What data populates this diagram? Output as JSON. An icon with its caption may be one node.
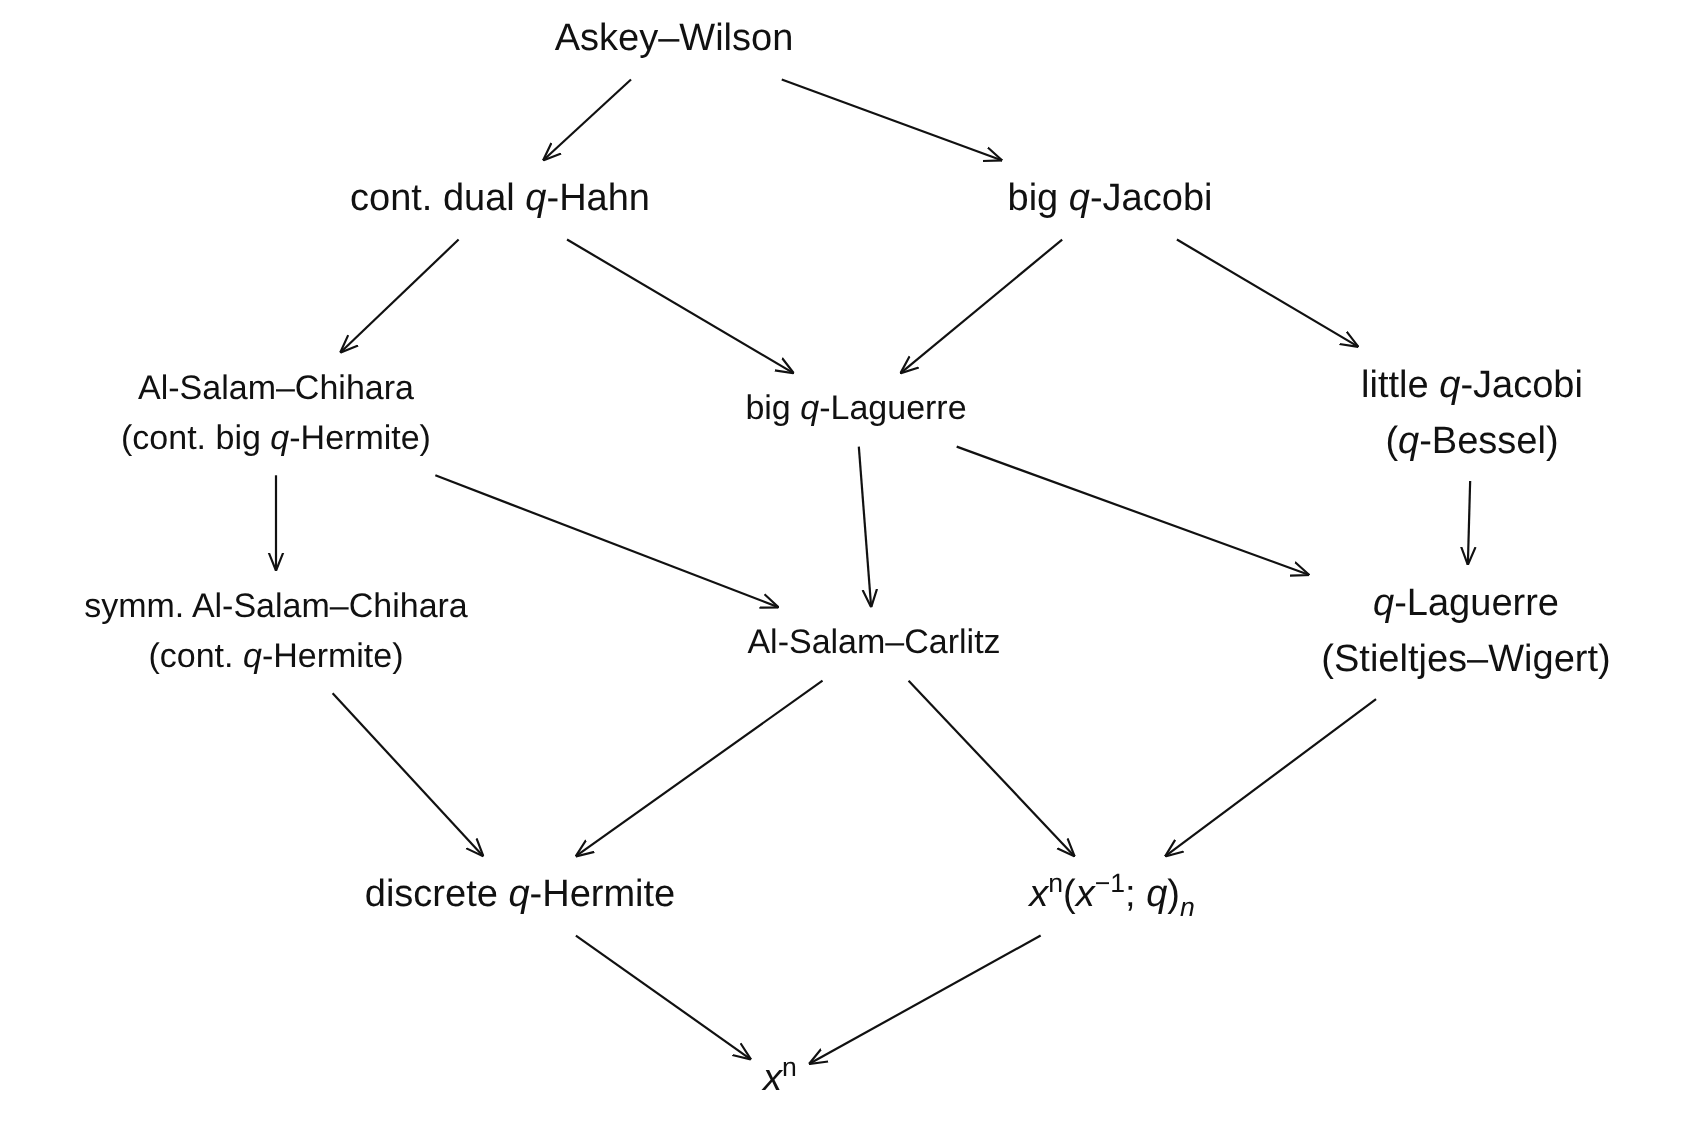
{
  "diagram": {
    "nodes": [
      {
        "text": [
          "Askey–Wilson"
        ]
      },
      {
        "text": [
          "cont. dual *q*-Hahn"
        ]
      },
      {
        "text": [
          "big *q*-Jacobi"
        ]
      },
      {
        "text": [
          "Al-Salam–Chihara",
          "(cont. big *q*-Hermite)"
        ]
      },
      {
        "text": [
          "big *q*-Laguerre"
        ]
      },
      {
        "text": [
          "little *q*-Jacobi",
          "(*q*-Bessel)"
        ]
      },
      {
        "text": [
          "symm. Al-Salam–Chihara",
          "(cont. *q*-Hermite)"
        ]
      },
      {
        "text": [
          "Al-Salam–Carlitz"
        ]
      },
      {
        "text": [
          "*q*-Laguerre",
          "(Stieltjes–Wigert)"
        ]
      },
      {
        "text": [
          "discrete *q*-Hermite"
        ]
      },
      {
        "text": [
          "*x*$^{n}$(*x*$^{−1}$; *q*)$_{n}$"
        ]
      },
      {
        "text": [
          "*x*$^{n}$"
        ]
      }
    ],
    "edges": [
      {
        "from": 0,
        "to": 1,
        "arrow": "to"
      },
      {
        "from": 0,
        "to": 2,
        "arrow": "to"
      },
      {
        "from": 1,
        "to": 3,
        "arrow": "to"
      },
      {
        "from": 1,
        "to": 4,
        "arrow": "to"
      },
      {
        "from": 2,
        "to": 4,
        "arrow": "to"
      },
      {
        "from": 2,
        "to": 5,
        "arrow": "to"
      },
      {
        "from": 3,
        "to": 6,
        "arrow": "to"
      },
      {
        "from": 3,
        "to": 7,
        "arrow": "to"
      },
      {
        "from": 4,
        "to": 7,
        "arrow": "to"
      },
      {
        "from": 4,
        "to": 8,
        "arrow": "to"
      },
      {
        "from": 5,
        "to": 8,
        "arrow": "to"
      },
      {
        "from": 6,
        "to": 9,
        "arrow": "to"
      },
      {
        "from": 7,
        "to": 9,
        "arrow": "to"
      },
      {
        "from": 7,
        "to": 10,
        "arrow": "to"
      },
      {
        "from": 8,
        "to": 10,
        "arrow": "to"
      },
      {
        "from": 9,
        "to": 11,
        "arrow": "to"
      },
      {
        "from": 10,
        "to": 11,
        "arrow": "to"
      }
    ]
  }
}
